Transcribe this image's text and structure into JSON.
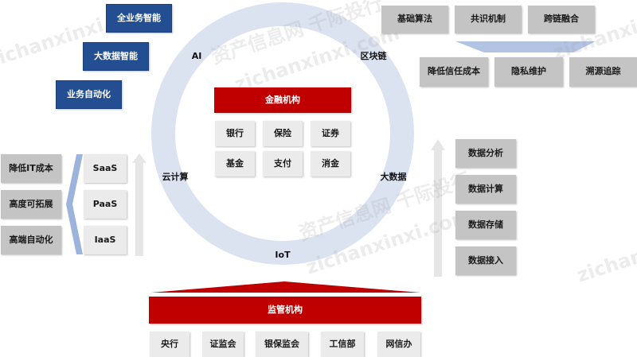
{
  "top_left_blue": [
    "全业务智能",
    "大数据智能",
    "业务自动化"
  ],
  "ring": {
    "ai": "AI",
    "blockchain": "区块链",
    "cloud": "云计算",
    "bigdata": "大数据",
    "iot": "IoT"
  },
  "financial": {
    "title": "金融机构",
    "items": [
      "银行",
      "保险",
      "证券",
      "基金",
      "支付",
      "消金"
    ]
  },
  "blockchain_top": [
    "基础算法",
    "共识机制",
    "跨链融合"
  ],
  "blockchain_bottom": [
    "降低信任成本",
    "隐私维护",
    "溯源追踪"
  ],
  "cloud_left": [
    "降低IT成本",
    "高度可拓展",
    "高端自动化"
  ],
  "cloud_services": [
    "SaaS",
    "PaaS",
    "IaaS"
  ],
  "data_right": [
    "数据分析",
    "数据计算",
    "数据存储",
    "数据接入"
  ],
  "regulator": {
    "title": "监管机构",
    "items": [
      "央行",
      "证监会",
      "银保监会",
      "工信部",
      "网信办"
    ]
  },
  "watermark": [
    "资产信息网 千际投行",
    "zichanxinxi.com"
  ],
  "colors": {
    "blue": "#234e92",
    "red": "#c00000",
    "ring": "#dbe3f1",
    "dark_gray": "#c4c4c4",
    "light_gray": "#ebebeb"
  }
}
